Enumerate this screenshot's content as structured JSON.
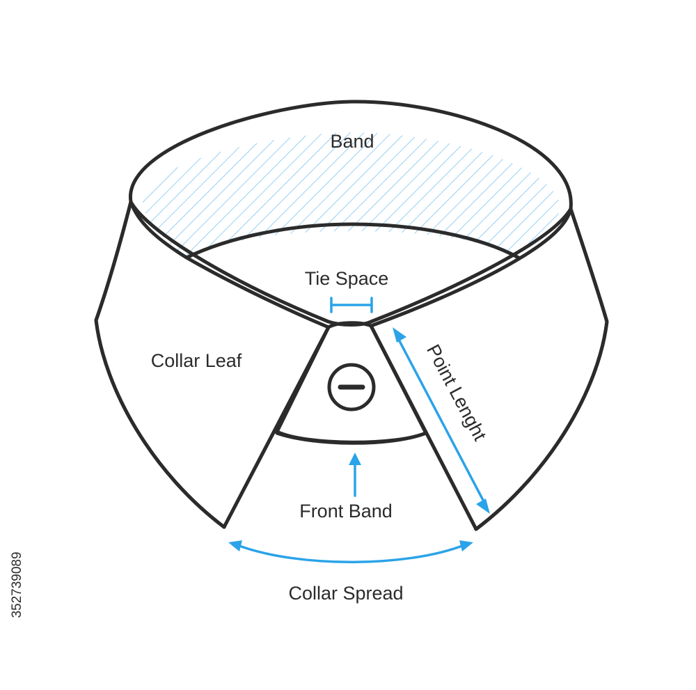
{
  "labels": {
    "band": "Band",
    "tie_space": "Tie Space",
    "collar_leaf": "Collar Leaf",
    "point_length": "Point Lenght",
    "front_band": "Front Band",
    "collar_spread": "Collar Spread"
  },
  "stock_id": "352739089",
  "colors": {
    "outline": "#2b2b2b",
    "accent": "#2aa3e8",
    "background": "#ffffff"
  },
  "icons": {
    "button": "collar-button-icon"
  }
}
